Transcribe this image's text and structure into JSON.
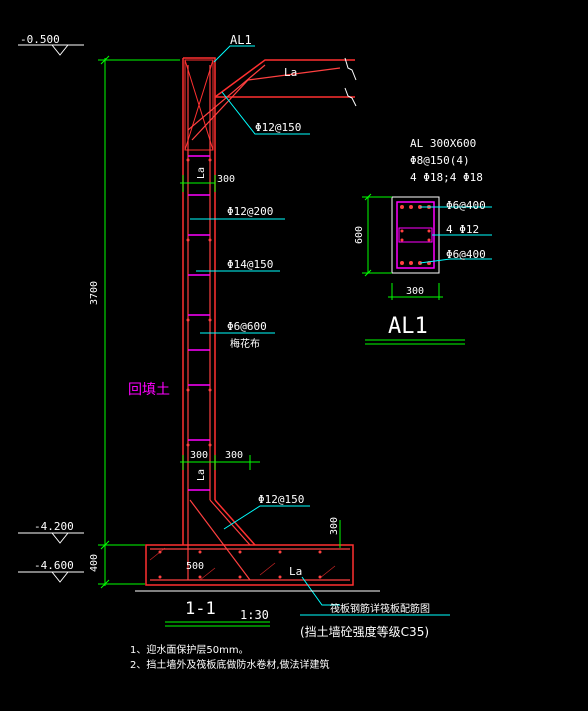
{
  "elevations": {
    "top": "-0.500",
    "mid": "-4.200",
    "bottom": "-4.600"
  },
  "dimensions": {
    "wall_height": "3700",
    "slab_thickness": "400",
    "beam_height": "600",
    "beam_width": "300",
    "wall_thickness": "300",
    "toe_right": "300",
    "heel_offset": "300",
    "base_width": "500"
  },
  "labels": {
    "beam_tag": "AL1",
    "anchorage_top": "La",
    "anchorage_wall": "La",
    "anchorage_lower": "La",
    "anchorage_base": "La",
    "backfill": "回填土",
    "drain_pipe": "梅花布"
  },
  "rebar": {
    "top_haunch": "Φ12@150",
    "wall_outer": "Φ12@200",
    "wall_inner": "Φ14@150",
    "tie_bars": "Φ6@600",
    "bottom_haunch": "Φ12@150"
  },
  "beam_section": {
    "title": "AL  300X600",
    "stirrups": "Φ8@150(4)",
    "main_bars": "4 Φ18;4 Φ18",
    "side_top": "Φ6@400",
    "side_mid": "4 Φ12",
    "side_bottom": "Φ6@400",
    "caption": "AL1"
  },
  "section": {
    "name": "1-1",
    "scale": "1:30"
  },
  "notes": {
    "slab_note": "筏板钢筋详筏板配筋图",
    "concrete_grade": "(挡土墙砼强度等级C35)",
    "note1": "1、迎水面保护层50mm。",
    "note2": "2、挡土墙外及筏板底做防水卷材,做法详建筑"
  },
  "colors": {
    "dim": "#00ff00",
    "concrete": "#ff3030",
    "rebar_main": "#ff4040",
    "stirrup": "#ff00ff",
    "leader": "#00ffff",
    "text": "#ffffff",
    "backfill": "#ff00ff",
    "hatch": "#c0c0c0"
  }
}
